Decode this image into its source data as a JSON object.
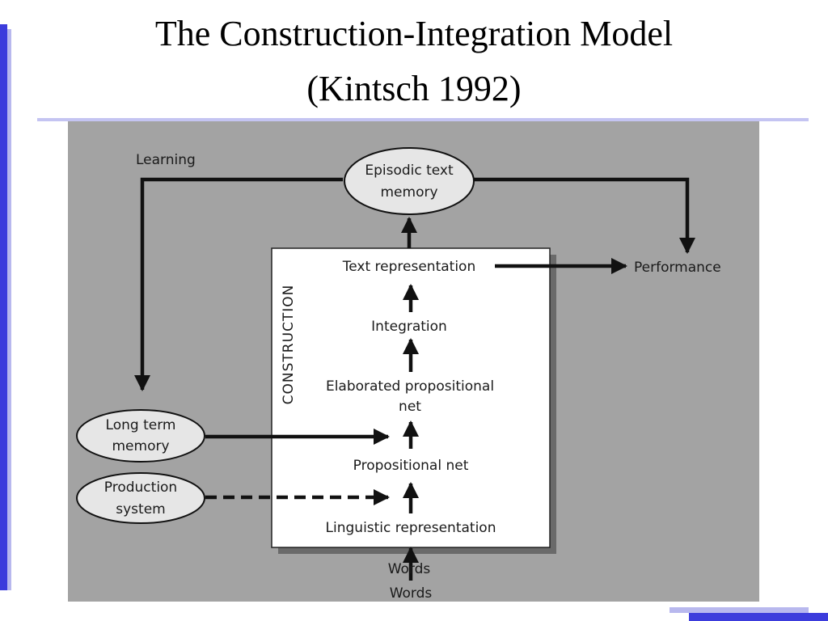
{
  "slide": {
    "title_line1": "The Construction-Integration Model",
    "title_line2": "(Kintsch 1992)"
  },
  "diagram": {
    "learning": "Learning",
    "episodic_line1": "Episodic text",
    "episodic_line2": "memory",
    "performance": "Performance",
    "text_representation": "Text representation",
    "integration": "Integration",
    "elaborated_line1": "Elaborated propositional",
    "elaborated_line2": "net",
    "propositional_net": "Propositional net",
    "linguistic_representation": "Linguistic representation",
    "construction": "CONSTRUCTION",
    "long_term_line1": "Long term",
    "long_term_line2": "memory",
    "production_line1": "Production",
    "production_line2": "system",
    "words": "Words"
  },
  "colors": {
    "accent_bar": "#3c3cdc",
    "accent_light": "#b8b8ee",
    "diagram_bg": "#a3a3a3",
    "box_fill": "#ffffff",
    "ellipse_fill": "#e6e6e6"
  }
}
